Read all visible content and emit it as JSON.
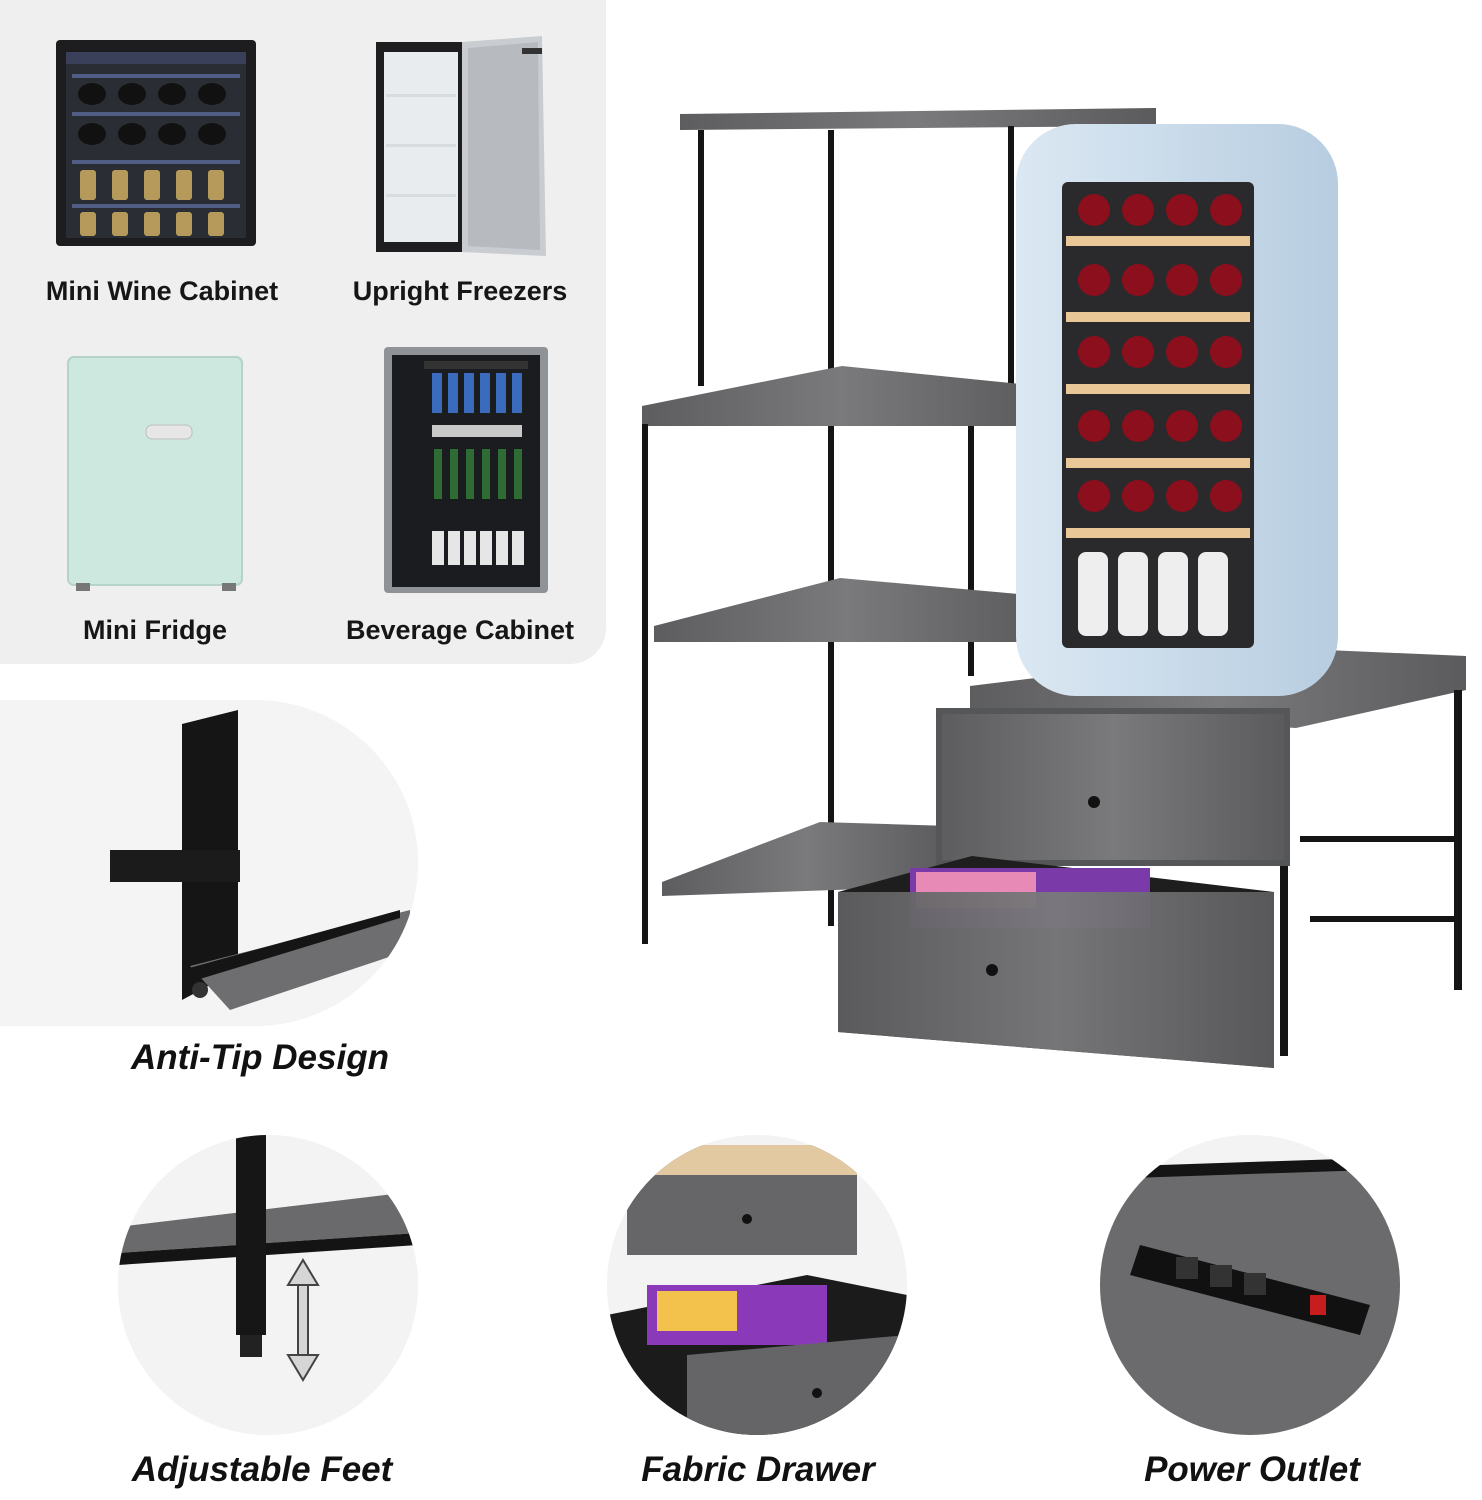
{
  "compatible_appliances": [
    {
      "label": "Mini Wine Cabinet",
      "icon": "wine-cabinet-icon"
    },
    {
      "label": "Upright Freezers",
      "icon": "upright-freezer-icon"
    },
    {
      "label": "Mini Fridge",
      "icon": "mini-fridge-icon"
    },
    {
      "label": "Beverage Cabinet",
      "icon": "beverage-cabinet-icon"
    }
  ],
  "features": {
    "anti_tip": "Anti-Tip Design",
    "adjustable_feet": "Adjustable Feet",
    "fabric_drawer": "Fabric Drawer",
    "power_outlet": "Power Outlet"
  },
  "colors": {
    "panel_bg": "#efefef",
    "wood_gray": "#6b6b6b",
    "frame_black": "#141414",
    "fridge_blue": "#c9dbea",
    "mini_fridge_mint": "#cfe9df"
  }
}
